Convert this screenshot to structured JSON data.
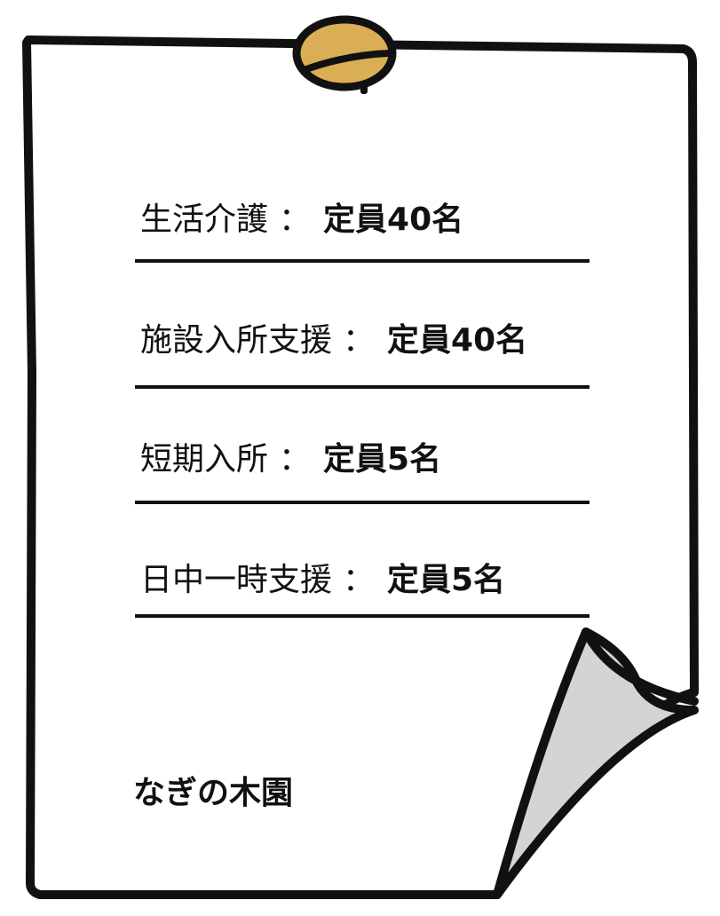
{
  "entries": [
    {
      "label": "生活介護",
      "separator": "：",
      "value": "定員40名"
    },
    {
      "label": "施設入所支援",
      "separator": "：",
      "value": "定員40名"
    },
    {
      "label": "短期入所",
      "separator": "：",
      "value": "定員5名"
    },
    {
      "label": "日中一時支援",
      "separator": "：",
      "value": "定員5名"
    }
  ],
  "footer": {
    "name": "なぎの木園"
  },
  "colors": {
    "ink": "#111111",
    "pin": "#D9AE55",
    "curl": "#D4D4D4",
    "paper": "#FFFFFF"
  },
  "icons": {
    "pin": "pushpin-icon",
    "curl": "page-curl-icon"
  }
}
